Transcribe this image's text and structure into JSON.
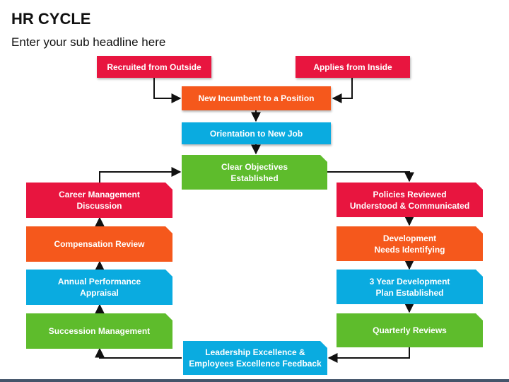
{
  "header": {
    "title": "HR CYCLE",
    "subtitle": "Enter your sub headline here"
  },
  "boxes": {
    "recruited_outside": "Recruited from Outside",
    "applies_inside": "Applies from Inside",
    "new_incumbent": "New Incumbent to a Position",
    "orientation": "Orientation to New Job",
    "clear_objectives": "Clear Objectives\nEstablished",
    "career_management": "Career Management\nDiscussion",
    "compensation_review": "Compensation Review",
    "annual_appraisal": "Annual Performance\nAppraisal",
    "succession_management": "Succession Management",
    "policies_reviewed": "Policies Reviewed\nUnderstood & Communicated",
    "development_needs": "Development\nNeeds Identifying",
    "development_plan": "3 Year Development\nPlan Established",
    "quarterly_reviews": "Quarterly Reviews",
    "leadership_feedback": "Leadership Excellence &\nEmployees Excellence Feedback"
  },
  "colors": {
    "red": "#e8153f",
    "orange": "#f5581c",
    "cyan": "#0aabe0",
    "green": "#5ebc2c"
  }
}
